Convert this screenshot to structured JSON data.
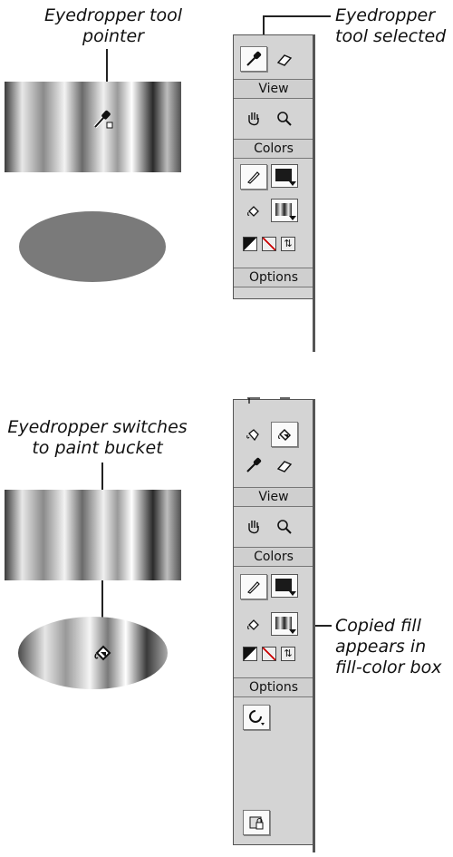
{
  "top": {
    "callout_left_line1": "Eyedropper tool",
    "callout_left_line2": "pointer",
    "callout_right_line1": "Eyedropper",
    "callout_right_line2": "tool selected",
    "toolbox": {
      "section_view": "View",
      "section_colors": "Colors",
      "section_options": "Options"
    }
  },
  "bottom": {
    "callout_left_line1": "Eyedropper switches",
    "callout_left_line2": "to paint bucket",
    "callout_right_line1": "Copied fill",
    "callout_right_line2": "appears in",
    "callout_right_line3": "fill-color box",
    "toolbox": {
      "section_view": "View",
      "section_colors": "Colors",
      "section_options": "Options"
    }
  },
  "colors": {
    "stroke_swatch": "#1a1a1a",
    "ellipse_fill": "#7a7a7a",
    "panel_bg": "#d4d4d4"
  },
  "icons": [
    "eyedropper-icon",
    "eraser-icon",
    "hand-icon",
    "magnifier-icon",
    "pencil-icon",
    "paint-bucket-icon",
    "ink-bottle-icon",
    "default-colors-icon",
    "no-color-icon",
    "swap-colors-icon",
    "lasso-icon",
    "smoothing-icon",
    "lock-fill-icon"
  ]
}
